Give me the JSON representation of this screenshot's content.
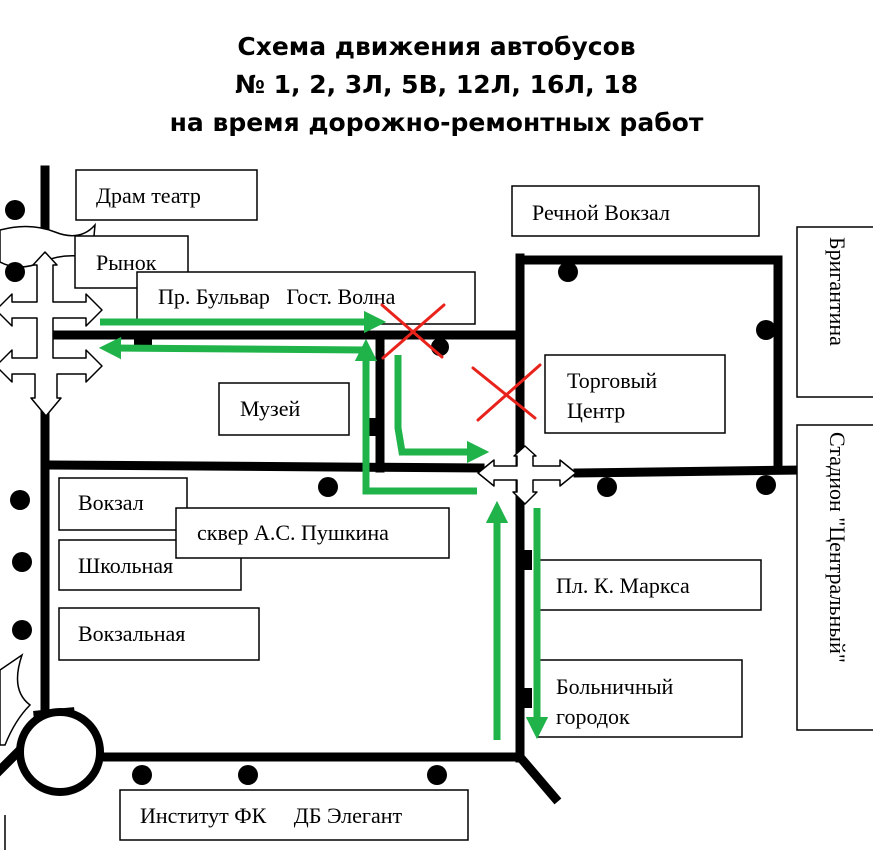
{
  "title": {
    "line1": "Схема движения автобусов",
    "line2": "№ 1, 2, 3Л, 5В, 12Л, 16Л, 18",
    "line3": "на время дорожно-ремонтных работ"
  },
  "places": {
    "dram_teatr": "Драм театр",
    "rynok": "Рынок",
    "bulvar_volna": "Пр. Бульвар   Гост. Волна",
    "rechnoy_vokzal": "Речной Вокзал",
    "brigantina": "Бригантина",
    "muzey": "Музей",
    "torgovy_line1": "Торговый",
    "torgovy_line2": "Центр",
    "vokzal": "Вокзал",
    "skver": "сквер А.С. Пушкина",
    "shkolnaya": "Школьная",
    "vokzalnaya": "Вокзальная",
    "pl_marksa": "Пл. К. Маркса",
    "bolnichny_line1": "Больничный",
    "bolnichny_line2": "городок",
    "stadion": "Стадион \"Центральный\"",
    "institut_db": "Институт ФК     ДБ Элегант"
  },
  "colors": {
    "road": "#000000",
    "route": "#1fb34a",
    "closed": "#e8231c"
  },
  "icons": [
    "bus-stop-icon",
    "closed-road-x-icon",
    "route-arrow-icon",
    "intersection-arrows-icon"
  ]
}
